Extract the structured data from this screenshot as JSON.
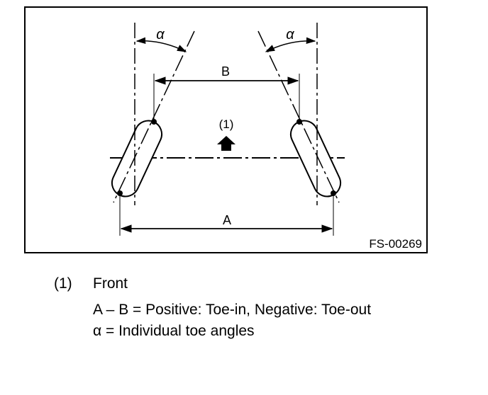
{
  "figure": {
    "code": "FS-00269",
    "alpha_left": "α",
    "alpha_right": "α",
    "label_b": "B",
    "label_a": "A",
    "front_marker": "(1)"
  },
  "legend": {
    "item_number": "(1)",
    "item_label": "Front",
    "line1": "A – B = Positive: Toe-in, Negative: Toe-out",
    "line2": "α = Individual toe angles"
  }
}
